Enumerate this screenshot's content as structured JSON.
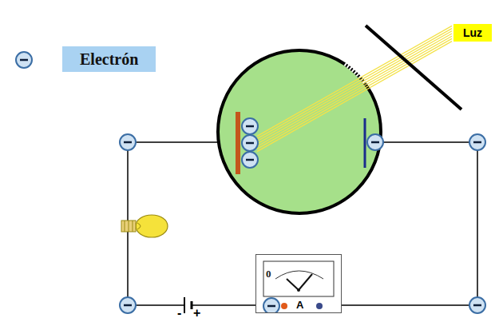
{
  "diagram": {
    "nodes": [
      {
        "text": [
          "Luz"
        ]
      },
      {
        "text": [
          "0",
          "A"
        ]
      }
    ],
    "labels": [
      "-",
      "+"
    ],
    "legend": [
      {
        "text": "Electrón"
      }
    ]
  }
}
